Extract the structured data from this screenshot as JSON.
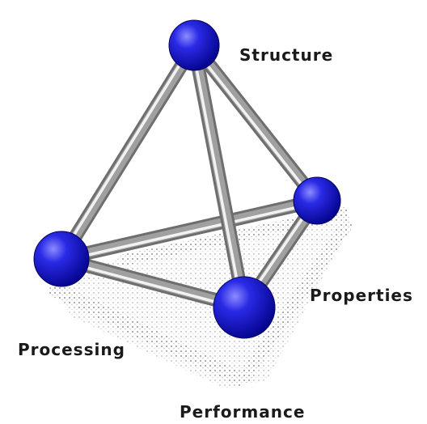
{
  "diagram": {
    "nodes": [
      {
        "id": "structure",
        "label": "Structure"
      },
      {
        "id": "properties",
        "label": "Properties"
      },
      {
        "id": "processing",
        "label": "Processing"
      },
      {
        "id": "performance",
        "label": "Performance"
      }
    ],
    "edges": [
      [
        "structure",
        "processing"
      ],
      [
        "structure",
        "properties"
      ],
      [
        "structure",
        "performance"
      ],
      [
        "processing",
        "properties"
      ],
      [
        "processing",
        "performance"
      ],
      [
        "properties",
        "performance"
      ]
    ]
  },
  "colors": {
    "node": "#1414c8",
    "rod": "#a0a0a0",
    "shadow": "#c8c8c8",
    "text": "#1a1a1a"
  }
}
